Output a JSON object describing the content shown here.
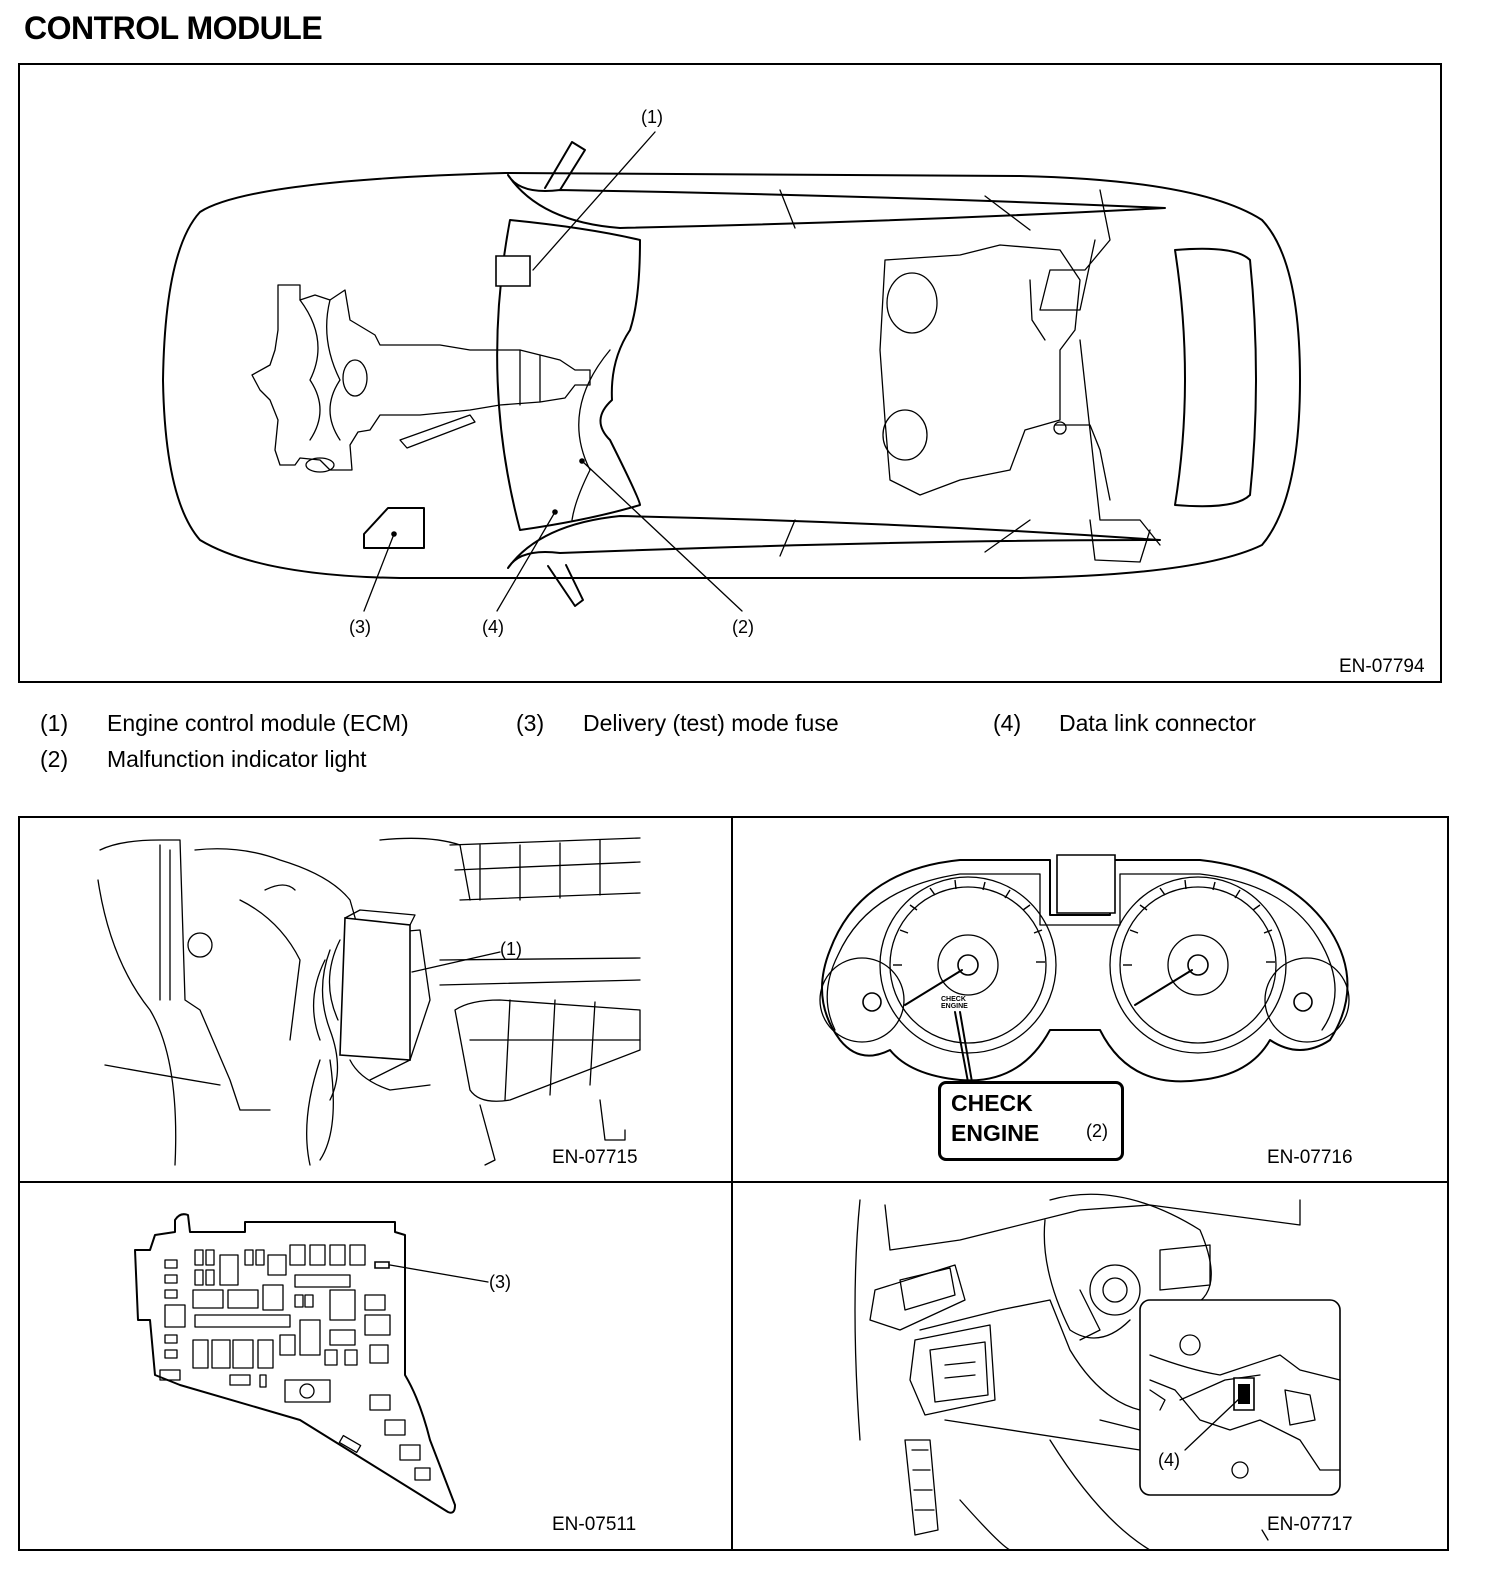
{
  "page": {
    "title": "CONTROL MODULE"
  },
  "main_figure": {
    "code": "EN-07794",
    "callouts": {
      "c1": "(1)",
      "c2": "(2)",
      "c3": "(3)",
      "c4": "(4)"
    }
  },
  "legend": [
    {
      "num": "(1)",
      "text": "Engine control module (ECM)"
    },
    {
      "num": "(2)",
      "text": "Malfunction indicator light"
    },
    {
      "num": "(3)",
      "text": "Delivery (test) mode fuse"
    },
    {
      "num": "(4)",
      "text": "Data link connector"
    }
  ],
  "panels": {
    "ecm": {
      "code": "EN-07715",
      "callout": "(1)"
    },
    "mil": {
      "code": "EN-07716",
      "callout": "(2)",
      "label_line1": "CHECK",
      "label_line2": "ENGINE",
      "tiny_line1": "CHECK",
      "tiny_line2": "ENGINE"
    },
    "fuse": {
      "code": "EN-07511",
      "callout": "(3)"
    },
    "dlc": {
      "code": "EN-07717",
      "callout": "(4)"
    }
  }
}
